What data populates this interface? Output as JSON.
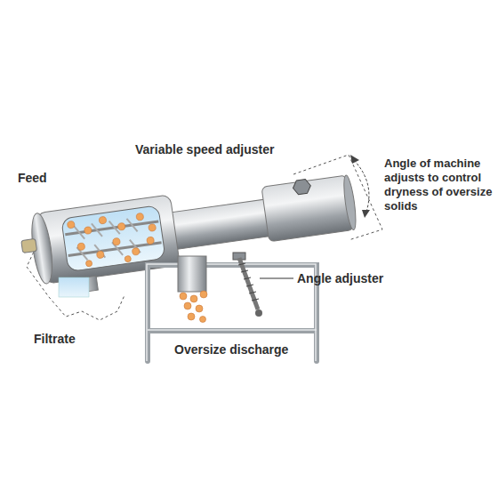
{
  "diagram": {
    "labels": [
      "Variable speed adjuster",
      "Angle of machine adjusts to control dryness of oversize solids",
      "Feed",
      "Angle adjuster",
      "Filtrate",
      "Oversize discharge"
    ]
  }
}
